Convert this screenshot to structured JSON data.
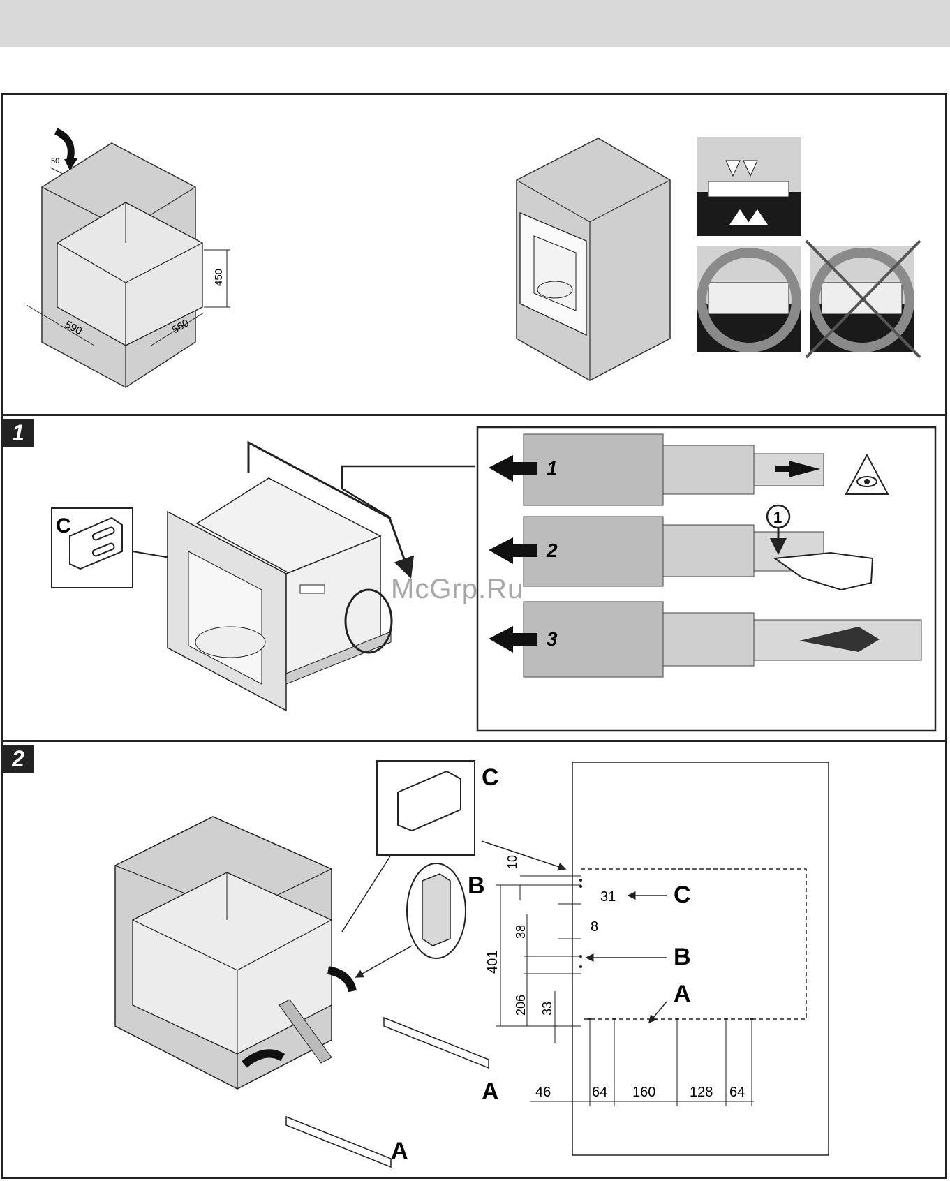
{
  "header": {
    "background": "#d9d9d9"
  },
  "section0": {
    "cabinet_dims": {
      "top_notch": "50",
      "width": "590",
      "depth": "560",
      "height": "450"
    }
  },
  "section1": {
    "badge": "1",
    "bracket_label": "C",
    "rail_steps": [
      {
        "label": "1"
      },
      {
        "label": "2"
      },
      {
        "label": "3"
      }
    ],
    "press_marker": "1"
  },
  "section2": {
    "badge": "2",
    "labels": {
      "c": "C",
      "b": "B",
      "a1": "A",
      "a2": "A"
    },
    "drill_dims": {
      "v10": "10",
      "v401": "401",
      "v38": "38",
      "v206": "206",
      "v33": "33",
      "h31": "31",
      "h8": "8",
      "bottom": [
        "46",
        "64",
        "160",
        "128",
        "64"
      ]
    },
    "callouts": {
      "c": "C",
      "b": "B",
      "a": "A"
    }
  },
  "watermark": "McGrp.Ru",
  "icons": [
    "arrow-icon",
    "eye-warning-icon",
    "pointing-hand-icon",
    "level-ok-icon",
    "level-wrong-icon"
  ]
}
